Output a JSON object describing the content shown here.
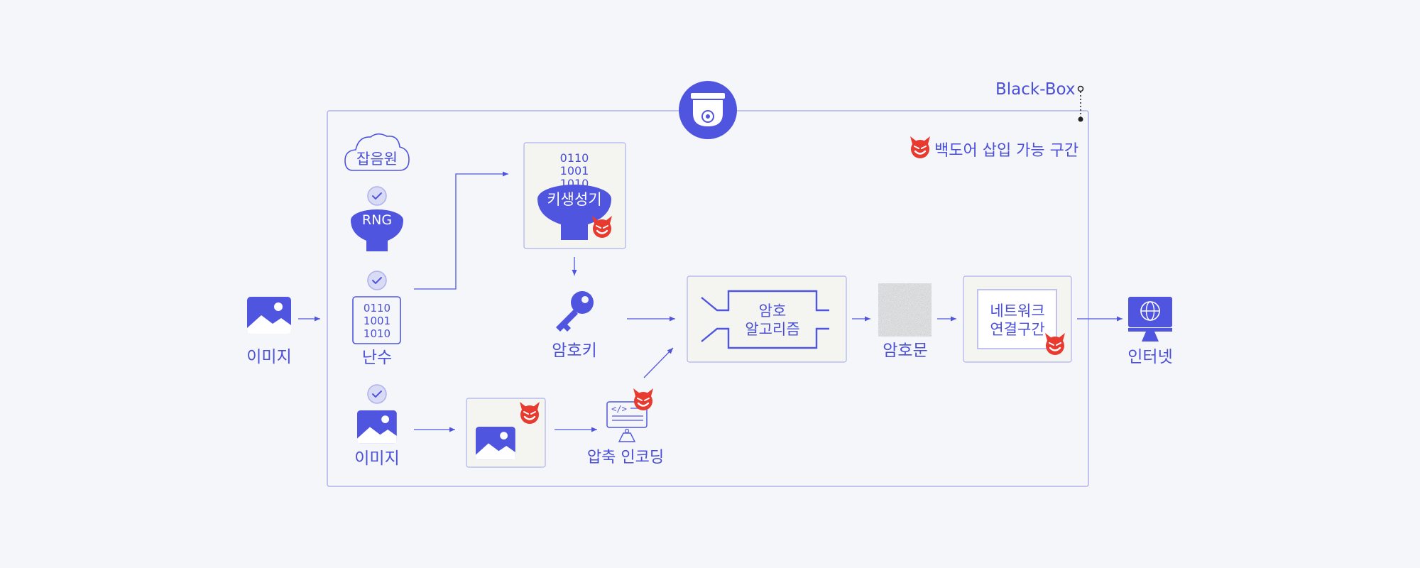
{
  "colors": {
    "accent": "#5055df",
    "background": "#f5f6fa",
    "box_border": "#aeb1ec",
    "panel_fill": "#f4f5f0",
    "devil": "#e83a2f",
    "noise": "#8a8a8a"
  },
  "blackbox": {
    "label": "Black-Box"
  },
  "legend": {
    "text": "백도어 삽입 가능 구간",
    "icon": "devil-icon"
  },
  "input_image": {
    "label": "이미지",
    "icon": "image-icon"
  },
  "noise_source": {
    "label": "잡음원",
    "icon": "cloud-icon"
  },
  "rng": {
    "label": "RNG",
    "icon": "funnel-icon"
  },
  "random_number": {
    "label": "난수",
    "bits": [
      "0110",
      "1001",
      "1010"
    ]
  },
  "key_generator": {
    "label": "키생성기",
    "bits": [
      "0110",
      "1001",
      "1010"
    ]
  },
  "crypto_key": {
    "label": "암호키",
    "icon": "key-icon"
  },
  "inner_image": {
    "label": "이미지",
    "icon": "image-icon"
  },
  "encoding": {
    "label": "압축 인코딩",
    "icon": "code-monitor-icon"
  },
  "algorithm": {
    "line1": "암호",
    "line2": "알고리즘"
  },
  "ciphertext": {
    "label": "암호문"
  },
  "network": {
    "line1": "네트워크",
    "line2": "연결구간"
  },
  "internet": {
    "label": "인터넷",
    "icon": "globe-monitor-icon"
  },
  "camera": {
    "icon": "cctv-camera-icon"
  }
}
